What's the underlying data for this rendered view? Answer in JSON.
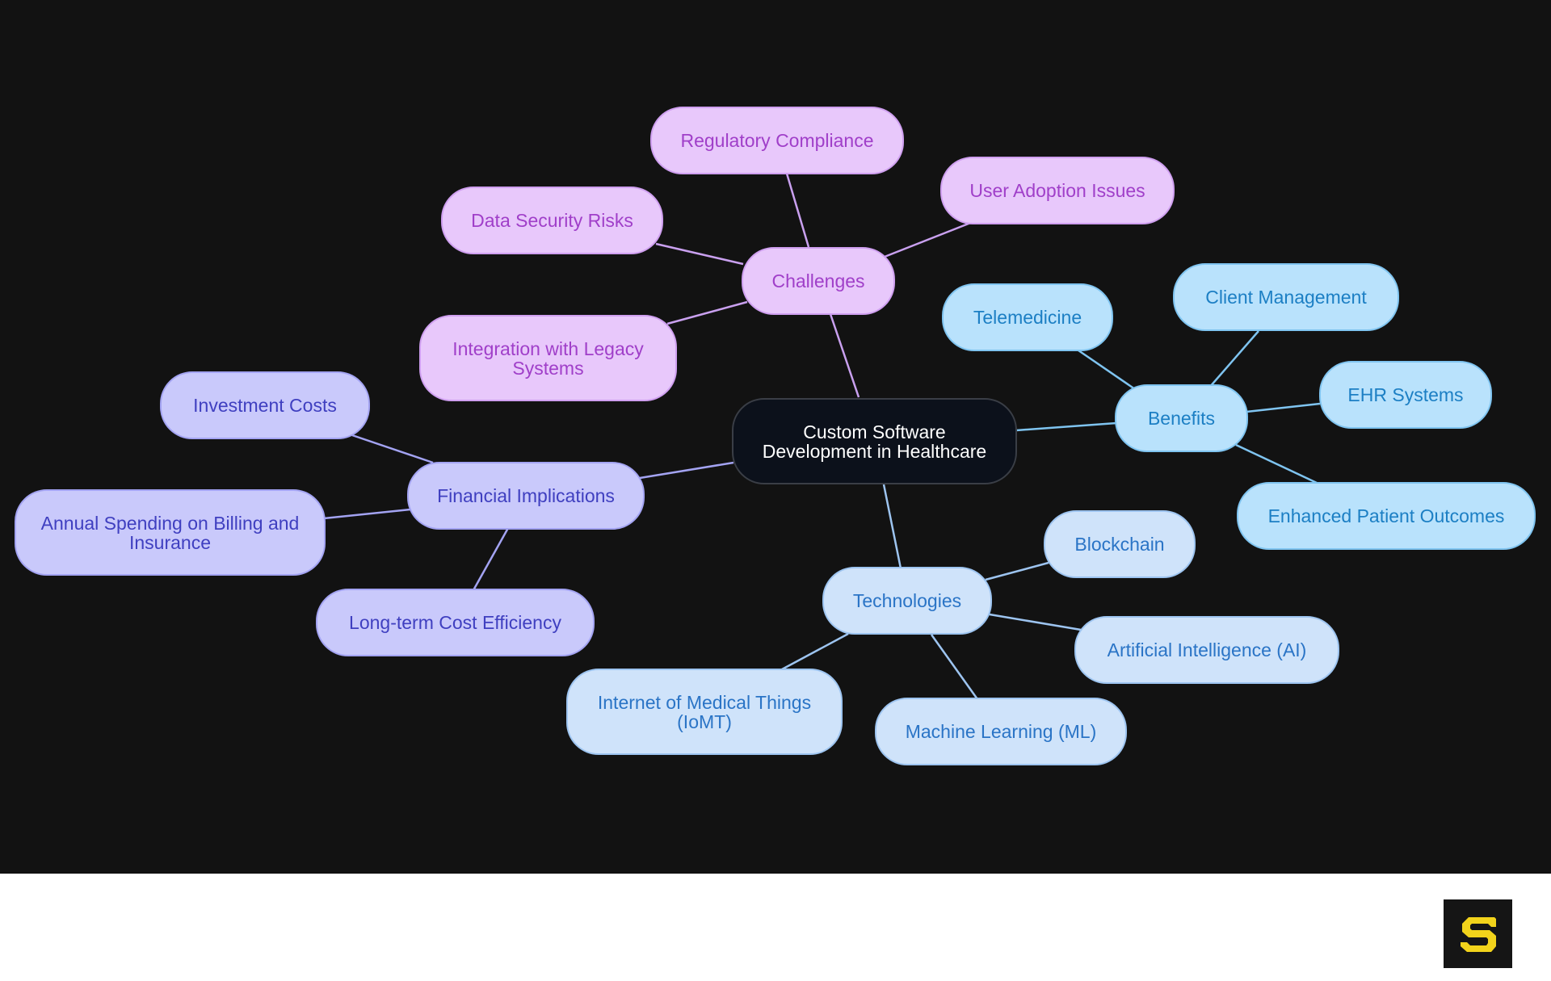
{
  "diagram": {
    "center": "Custom Software Development in Healthcare",
    "branches": {
      "challenges": {
        "label": "Challenges",
        "children": [
          "Regulatory Compliance",
          "User Adoption Issues",
          "Data Security Risks",
          "Integration with Legacy Systems"
        ]
      },
      "benefits": {
        "label": "Benefits",
        "children": [
          "Telemedicine",
          "Client Management",
          "EHR Systems",
          "Enhanced Patient Outcomes"
        ]
      },
      "technologies": {
        "label": "Technologies",
        "children": [
          "Blockchain",
          "Artificial Intelligence (AI)",
          "Machine Learning (ML)",
          "Internet of Medical Things (IoMT)"
        ]
      },
      "financial": {
        "label": "Financial Implications",
        "children": [
          "Investment Costs",
          "Annual Spending on Billing and Insurance",
          "Long-term Cost Efficiency"
        ]
      }
    },
    "colors": {
      "challenges": "#e8c8fb",
      "benefits": "#b9e2fc",
      "technologies": "#cfe3fa",
      "financial": "#c9c9fb",
      "center": "#0c111b",
      "canvas": "#121212"
    }
  },
  "logo": {
    "icon": "brand-s-logo-icon",
    "color": "#f2d31b"
  }
}
